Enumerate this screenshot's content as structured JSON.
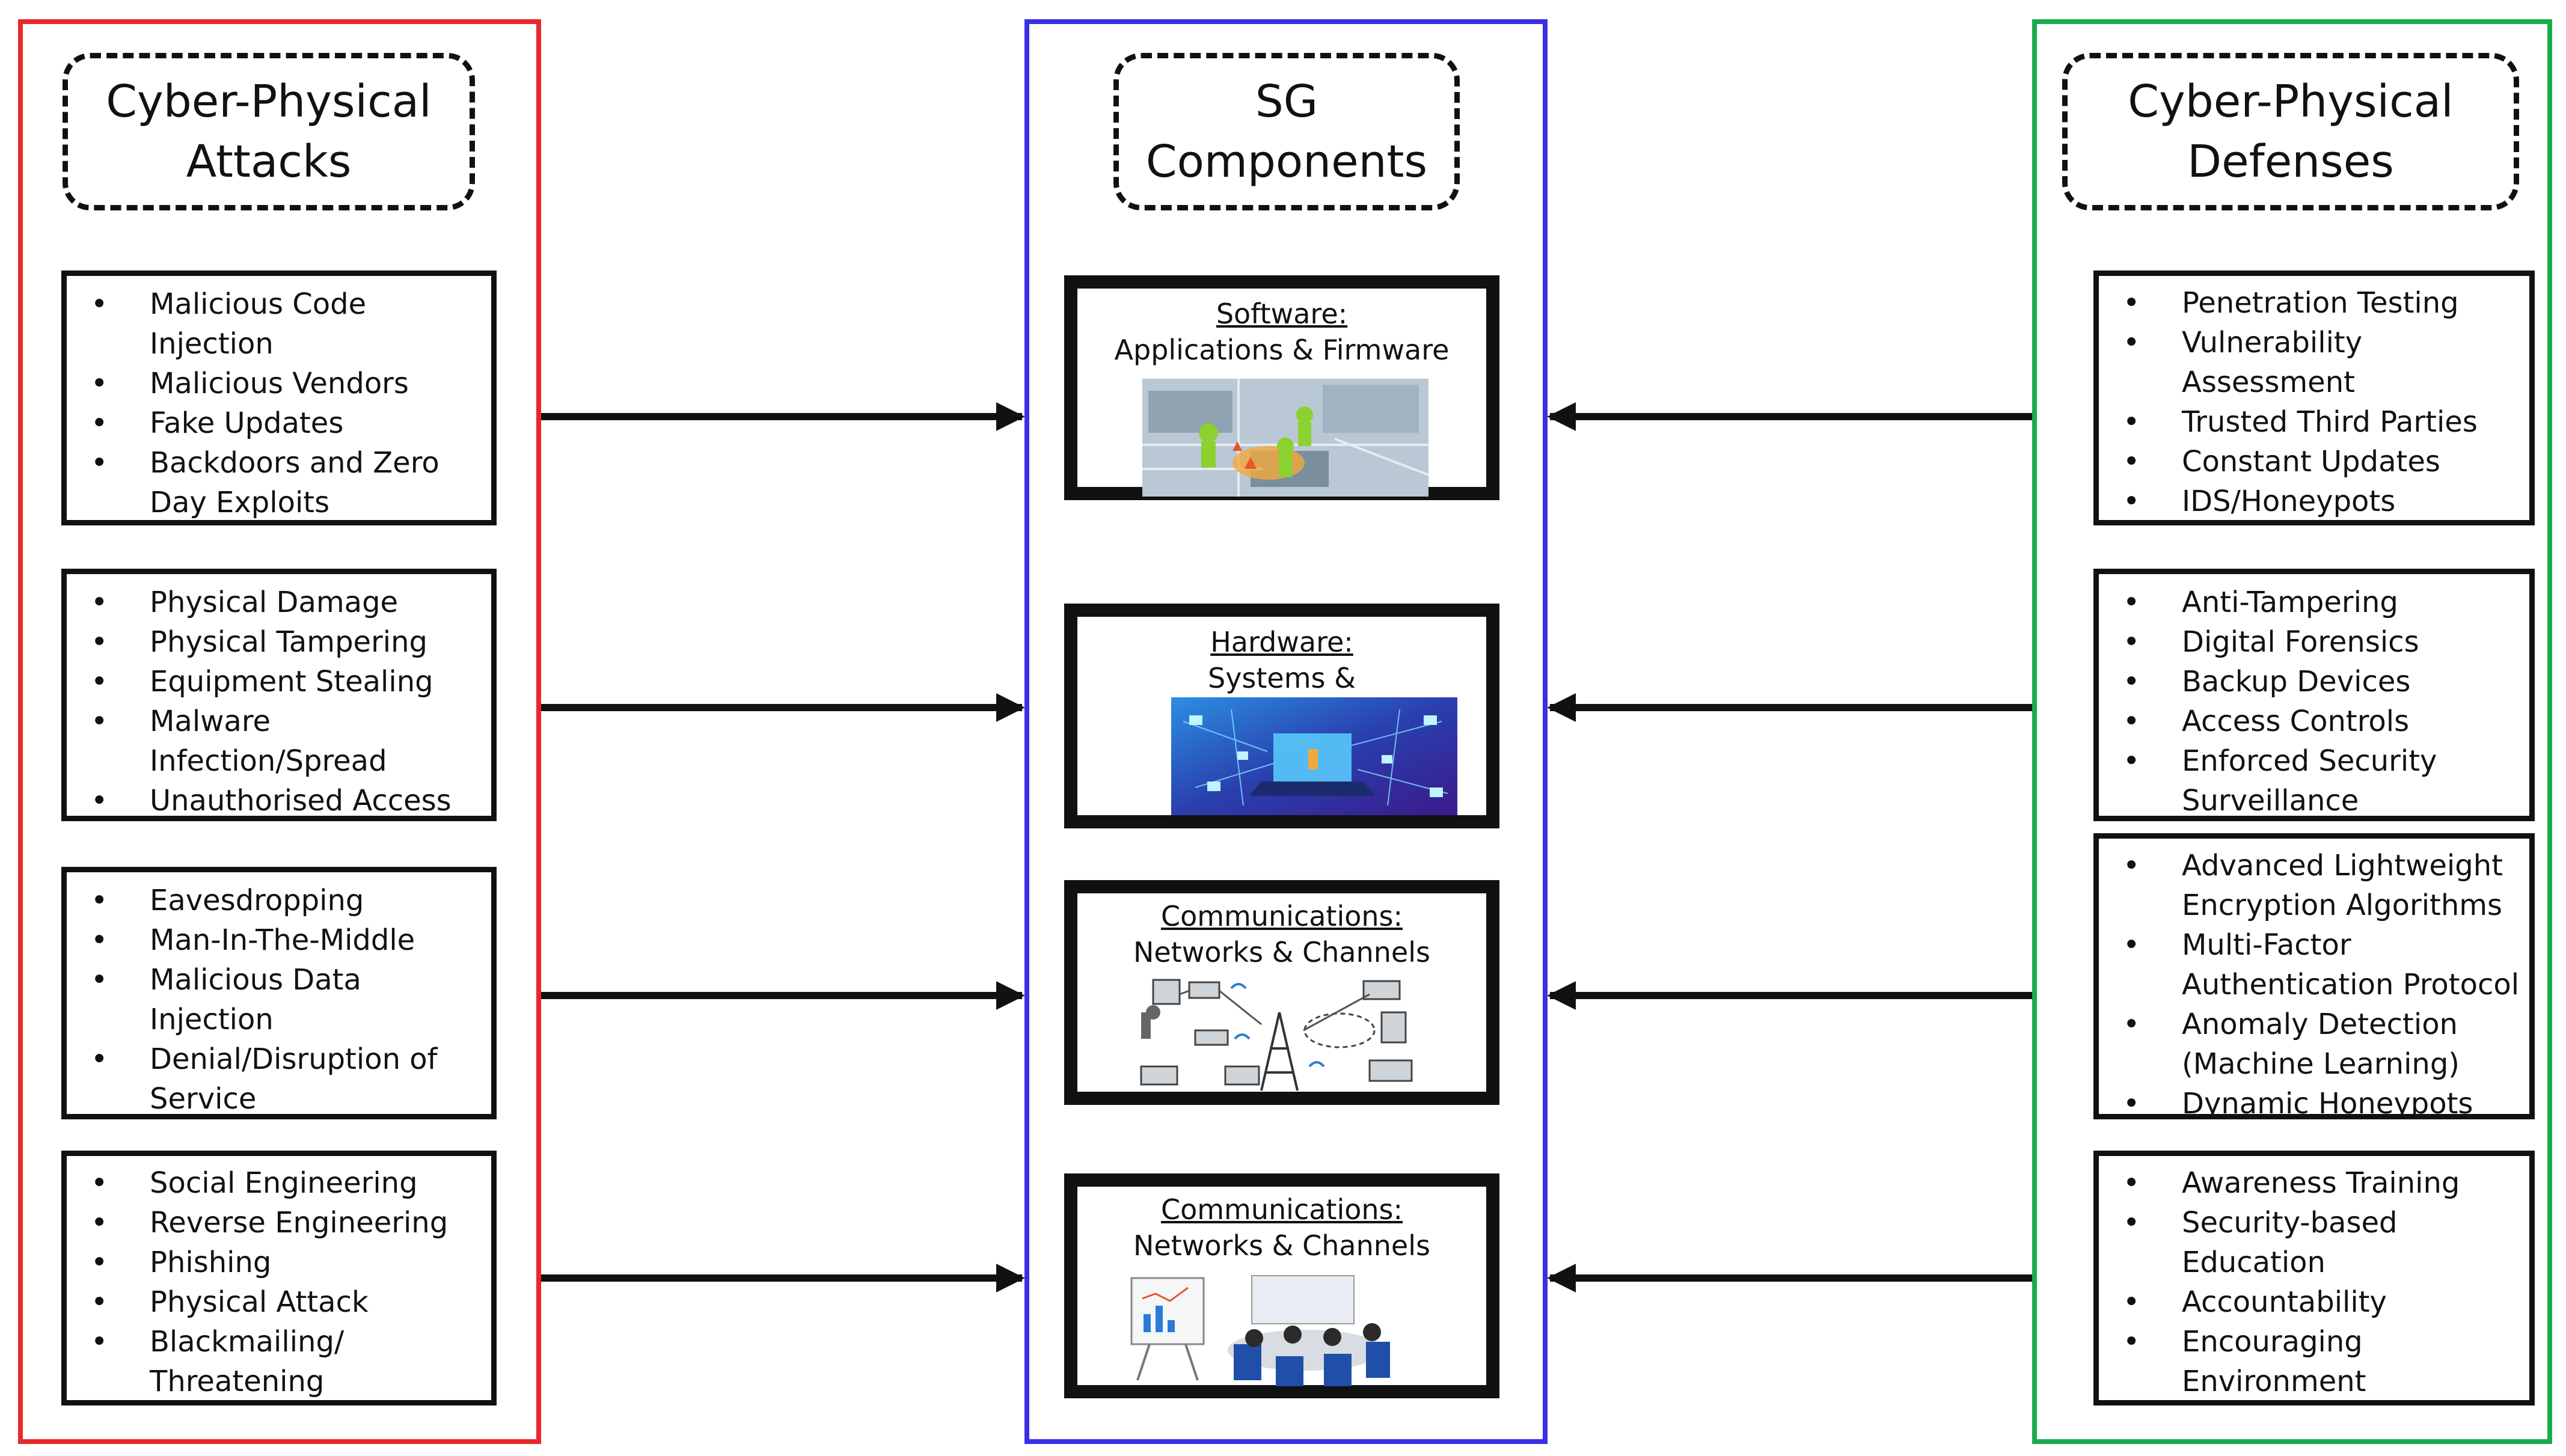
{
  "attacks": {
    "heading": "Cyber-Physical\nAttacks",
    "groups": [
      {
        "items": [
          "Malicious Code Injection",
          "Malicious Vendors",
          "Fake Updates",
          "Backdoors and Zero Day Exploits"
        ]
      },
      {
        "items": [
          "Physical Damage",
          "Physical Tampering",
          "Equipment Stealing",
          "Malware Infection/Spread",
          "Unauthorised Access"
        ]
      },
      {
        "items": [
          "Eavesdropping",
          "Man-In-The-Middle",
          "Malicious Data Injection",
          "Denial/Disruption of Service"
        ]
      },
      {
        "items": [
          "Social Engineering",
          "Reverse Engineering",
          "Phishing",
          "Physical Attack",
          "Blackmailing/ Threatening"
        ]
      }
    ]
  },
  "components": {
    "heading": "SG\nComponents",
    "items": [
      {
        "title": "Software:",
        "subtitle": "Applications & Firmware",
        "illustration": "circuit-board-workers"
      },
      {
        "title": "Hardware:",
        "subtitle": "Systems &",
        "illustration": "laptop-network"
      },
      {
        "title": "Communications:",
        "subtitle": "Networks & Channels",
        "illustration": "network-devices"
      },
      {
        "title": "Communications:",
        "subtitle": "Networks & Channels",
        "illustration": "meeting-room"
      }
    ]
  },
  "defenses": {
    "heading": "Cyber-Physical\nDefenses",
    "groups": [
      {
        "items": [
          "Penetration Testing",
          "Vulnerability Assessment",
          "Trusted Third Parties",
          "Constant Updates",
          "IDS/Honeypots"
        ]
      },
      {
        "items": [
          "Anti-Tampering",
          "Digital Forensics",
          "Backup Devices",
          "Access Controls",
          "Enforced Security Surveillance"
        ]
      },
      {
        "items": [
          "Advanced Lightweight Encryption Algorithms",
          "Multi-Factor Authentication Protocol",
          "Anomaly Detection (Machine Learning)",
          "Dynamic Honeypots"
        ]
      },
      {
        "items": [
          "Awareness Training",
          "Security-based Education",
          "Accountability",
          "Encouraging Environment"
        ]
      }
    ]
  },
  "colors": {
    "attacks": "#e8282b",
    "components": "#3a2ee6",
    "defenses": "#1aab4e",
    "stroke": "#111111"
  }
}
